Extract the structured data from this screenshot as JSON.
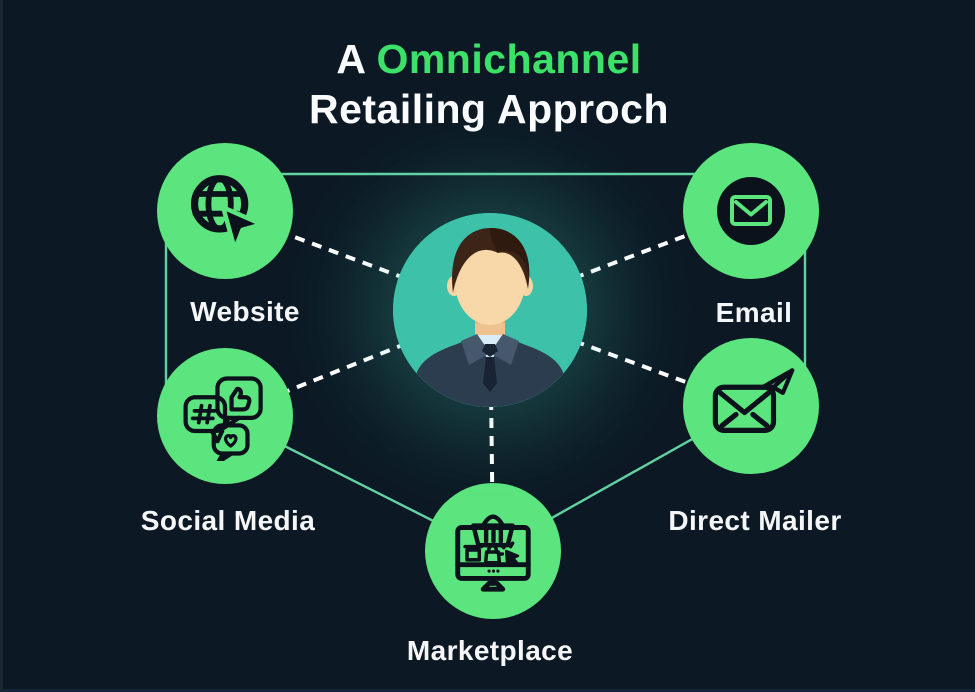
{
  "title": {
    "prefix": "A",
    "highlight": "Omnichannel",
    "line2": "Retailing Approch"
  },
  "center": {
    "icon": "customer-avatar"
  },
  "nodes": [
    {
      "id": "website",
      "label": "Website",
      "icon": "globe-cursor-icon"
    },
    {
      "id": "email",
      "label": "Email",
      "icon": "envelope-icon"
    },
    {
      "id": "social-media",
      "label": "Social Media",
      "icon": "social-bubbles-icon"
    },
    {
      "id": "direct-mailer",
      "label": "Direct Mailer",
      "icon": "envelope-send-icon"
    },
    {
      "id": "marketplace",
      "label": "Marketplace",
      "icon": "online-store-icon"
    }
  ],
  "colors": {
    "background": "#0c1924",
    "node_green": "#5ce47f",
    "accent_green": "#3ce169",
    "center_teal": "#3dc1a9",
    "connector_green": "#68dcab",
    "dashed_line": "#ffffff",
    "label_text": "#f4f6f8",
    "icon_ink": "#0b121b"
  }
}
